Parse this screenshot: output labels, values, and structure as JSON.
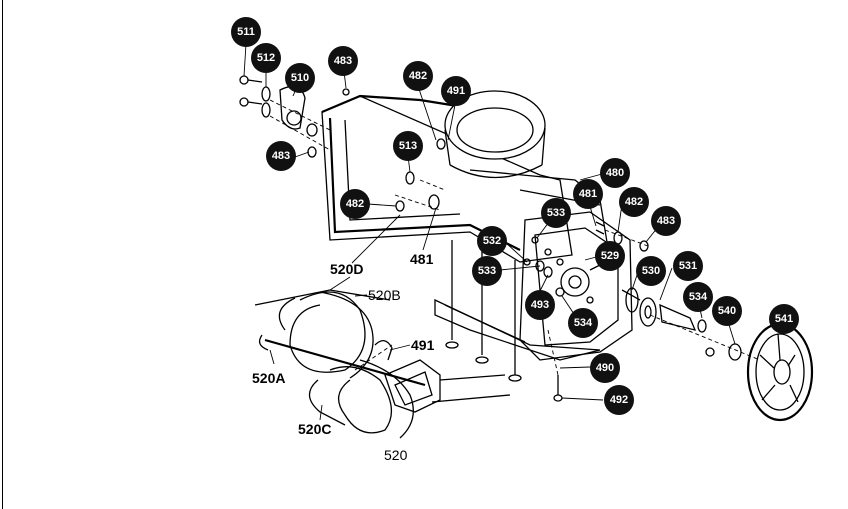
{
  "callouts": [
    "511",
    "512",
    "510",
    "483",
    "482",
    "491",
    "513",
    "483",
    "480",
    "481",
    "482",
    "482",
    "533",
    "483",
    "532",
    "529",
    "530",
    "531",
    "533",
    "493",
    "534",
    "534",
    "540",
    "541",
    "490",
    "492"
  ],
  "plain_labels": [
    "520D",
    "520B",
    "481",
    "520A",
    "491",
    "520C",
    "520"
  ]
}
